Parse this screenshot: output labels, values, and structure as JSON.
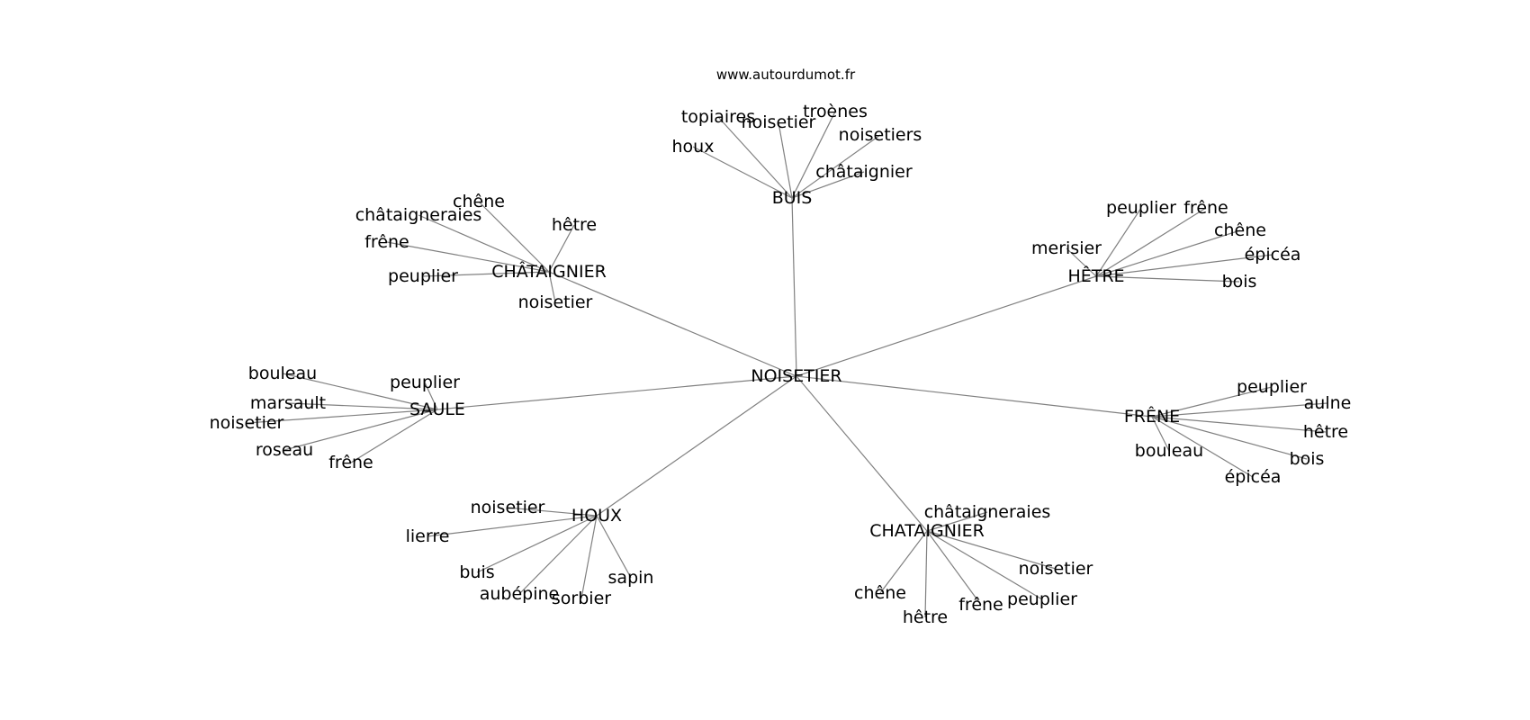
{
  "source": "www.autourdumot.fr",
  "center": "NOISETIER",
  "groups": [
    {
      "hub": "BUIS",
      "leaves": [
        "houx",
        "topiaires",
        "noisetier",
        "troènes",
        "noisetiers",
        "châtaignier"
      ]
    },
    {
      "hub": "CHÂTAIGNIER",
      "leaves": [
        "chêne",
        "châtaigneraies",
        "frêne",
        "peuplier",
        "hêtre",
        "noisetier"
      ]
    },
    {
      "hub": "HÊTRE",
      "leaves": [
        "peuplier",
        "frêne",
        "merisier",
        "chêne",
        "épicéa",
        "bois"
      ]
    },
    {
      "hub": "SAULE",
      "leaves": [
        "bouleau",
        "peuplier",
        "marsault",
        "noisetier",
        "roseau",
        "frêne"
      ]
    },
    {
      "hub": "FRÊNE",
      "leaves": [
        "peuplier",
        "aulne",
        "hêtre",
        "bois",
        "bouleau",
        "épicéa"
      ]
    },
    {
      "hub": "HOUX",
      "leaves": [
        "noisetier",
        "lierre",
        "buis",
        "aubépine",
        "sorbier",
        "sapin"
      ]
    },
    {
      "hub": "CHATAIGNIER",
      "leaves": [
        "châtaigneraies",
        "chêne",
        "hêtre",
        "frêne",
        "peuplier",
        "noisetier"
      ]
    }
  ]
}
